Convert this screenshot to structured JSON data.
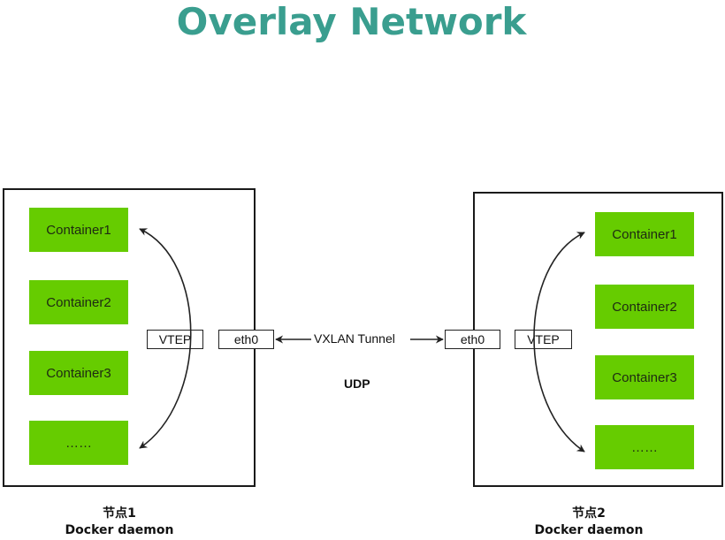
{
  "title": "Overlay Network",
  "tunnel_label": "VXLAN Tunnel",
  "protocol_label": "UDP",
  "nodes": [
    {
      "name": "节点1",
      "daemon": "Docker daemon",
      "vtep": "VTEP",
      "eth": "eth0",
      "containers": [
        "Container1",
        "Container2",
        "Container3",
        "……"
      ]
    },
    {
      "name": "节点2",
      "daemon": "Docker daemon",
      "vtep": "VTEP",
      "eth": "eth0",
      "containers": [
        "Container1",
        "Container2",
        "Container3",
        "……"
      ]
    }
  ],
  "colors": {
    "title": "#3a9e8f",
    "container_fill": "#66cc00",
    "border": "#1a1a1a"
  }
}
